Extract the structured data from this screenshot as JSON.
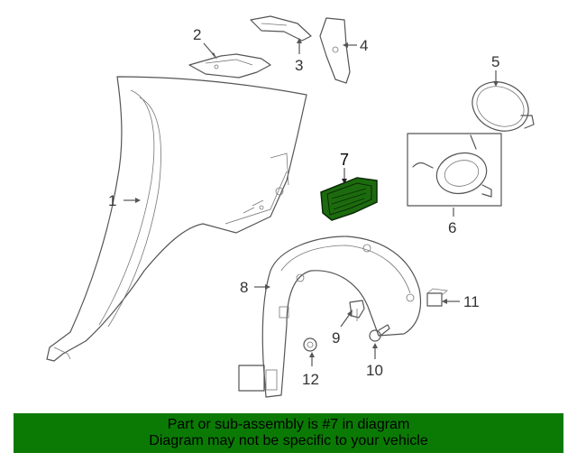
{
  "diagram": {
    "callouts": [
      {
        "id": "1",
        "label": "1"
      },
      {
        "id": "2",
        "label": "2"
      },
      {
        "id": "3",
        "label": "3"
      },
      {
        "id": "4",
        "label": "4"
      },
      {
        "id": "5",
        "label": "5"
      },
      {
        "id": "6",
        "label": "6"
      },
      {
        "id": "7",
        "label": "7"
      },
      {
        "id": "8",
        "label": "8"
      },
      {
        "id": "9",
        "label": "9"
      },
      {
        "id": "10",
        "label": "10"
      },
      {
        "id": "11",
        "label": "11"
      },
      {
        "id": "12",
        "label": "12"
      }
    ],
    "highlighted_part": "7",
    "highlight_color": "#1c6b0e"
  },
  "banner": {
    "line1": "Part or sub-assembly is #7 in diagram",
    "line2": "Diagram may not be specific to your vehicle",
    "background": "#0b7a05"
  }
}
